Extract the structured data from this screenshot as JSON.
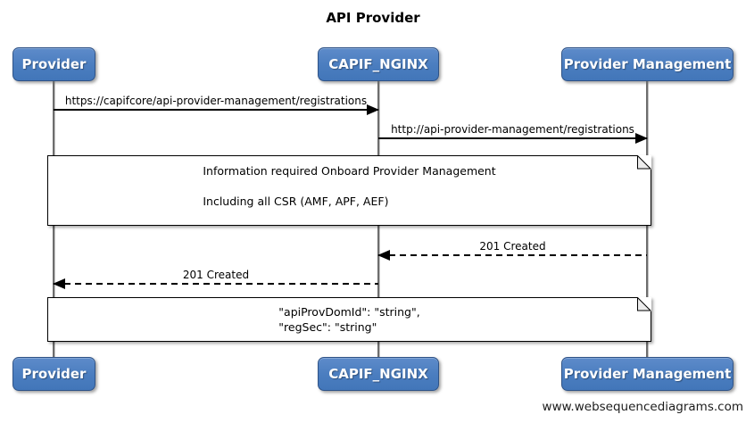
{
  "title": "API Provider",
  "watermark": "www.websequencediagrams.com",
  "colors": {
    "actor_fill": "#4a7dbf",
    "actor_border": "#2f5387",
    "actor_text": "#ffffff",
    "lifeline": "#6d6d6d",
    "message_line": "#000000",
    "note_fill": "#ffffff",
    "note_border": "#000000"
  },
  "actors": [
    {
      "id": "provider",
      "label": "Provider"
    },
    {
      "id": "capif-nginx",
      "label": "CAPIF_NGINX"
    },
    {
      "id": "provider-management",
      "label": "Provider Management"
    }
  ],
  "messages": [
    {
      "from": "provider",
      "to": "capif-nginx",
      "label": "https://capifcore/api-provider-management/registrations",
      "style": "solid",
      "direction": "right"
    },
    {
      "from": "capif-nginx",
      "to": "provider-management",
      "label": "http://api-provider-management/registrations",
      "style": "solid",
      "direction": "right"
    },
    {
      "from": "provider-management",
      "to": "capif-nginx",
      "label": "201 Created",
      "style": "dashed",
      "direction": "left"
    },
    {
      "from": "capif-nginx",
      "to": "provider",
      "label": "201 Created",
      "style": "dashed",
      "direction": "left"
    }
  ],
  "notes": [
    {
      "lines": [
        "Information required Onboard Provider Management",
        "",
        "Including all CSR (AMF, APF, AEF)"
      ]
    },
    {
      "lines": [
        "\"apiProvDomId\": \"string\",",
        "\"regSec\": \"string\""
      ]
    }
  ]
}
